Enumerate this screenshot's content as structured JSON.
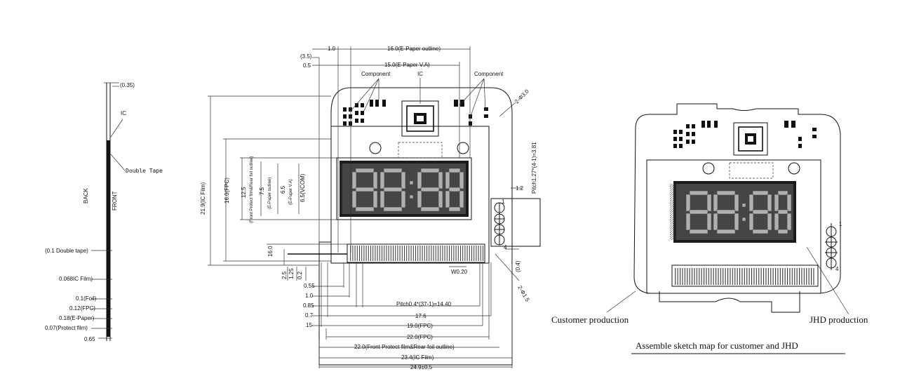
{
  "side_view": {
    "dim_top": "(0.35)",
    "ic": "IC",
    "double_tape": "Double Tape",
    "back": "BACK",
    "front": "FRONT",
    "layers": [
      "(0.1 Double tape)",
      "0.068IC Film)",
      "0.1(Foil)",
      "0.12(FPC)",
      "0.18(E-Paper)",
      "0.07(Protect film)",
      "0.65"
    ]
  },
  "front_view": {
    "top_dims": [
      "1.0",
      "(3.5)",
      "0.5"
    ],
    "epaper_outline": "16.0(E-Paper outline)",
    "epaper_va": "15.0(E-Paper V.A)",
    "component_left": "Component",
    "ic": "IC",
    "component_right": "Component",
    "hole_top": "2-Φ3.0",
    "left_dims": [
      "21.9(IC Film)",
      "16.0(FPC)",
      "12.5",
      "(Front Protect film&Rear foil outline)",
      "7.5",
      "(E-Paper outline)",
      "6.5",
      "(E-Paper V.A)",
      "6.5(VCOM)"
    ],
    "dim_160": "16.0",
    "pitch_vertical": "Pitch1.27*(4-1)=3.81",
    "pin_labels": [
      "1",
      "4"
    ],
    "dim_12": "1.2",
    "dim_04": "(0.4)",
    "w_dim": "W0.20",
    "hole_bottom": "2-Φ1.5",
    "bottom_left_dims": [
      "2.5",
      "1.25",
      "0.2"
    ],
    "bottom_dims": [
      "0.55",
      "1.0",
      "0.85",
      "0.7",
      "15"
    ],
    "pitch_horizontal": "Pitch0.4*(37-1)=14.40",
    "dim_176": "17.6",
    "dim_fpc190": "19.0(FPC)",
    "dim_fpc220": "22.0(FPC)",
    "dim_foil": "22.0(Front Protect film&Rear foil outline)",
    "dim_icfilm": "23.4(IC Film)",
    "dim_total": "24.9±0.5"
  },
  "assembly_view": {
    "customer": "Customer production",
    "jhd": "JHD production",
    "pin_labels": [
      "1",
      "4"
    ],
    "caption": "Assemble  sketch map for customer and JHD"
  }
}
